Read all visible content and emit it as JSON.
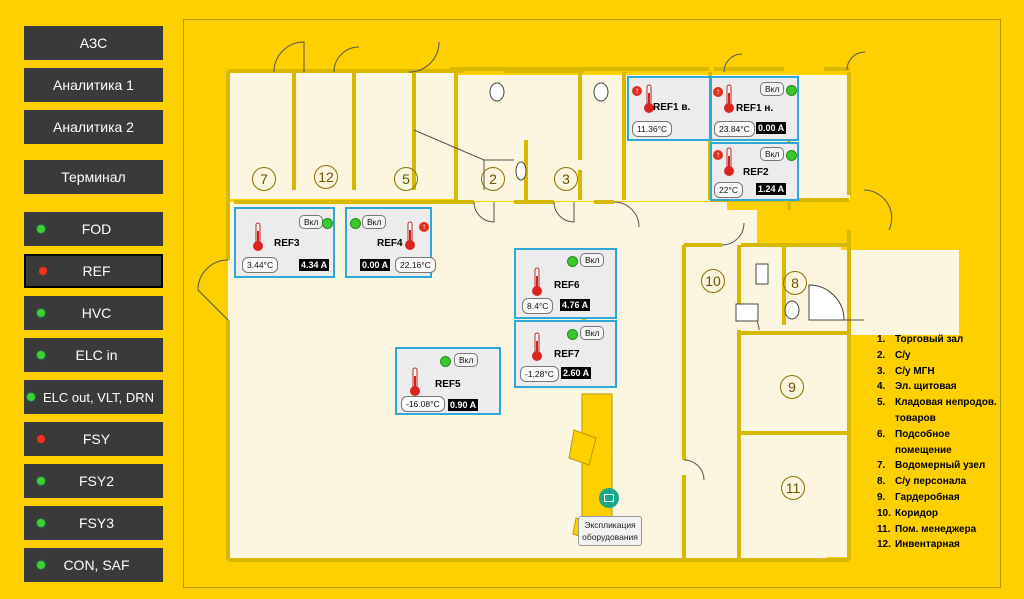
{
  "nav": {
    "top": [
      {
        "label": "АЗС"
      },
      {
        "label": "Аналитика 1"
      },
      {
        "label": "Аналитика 2"
      },
      {
        "label": "Терминал"
      }
    ],
    "systems": [
      {
        "label": "FOD",
        "status": "green"
      },
      {
        "label": "REF",
        "status": "red",
        "active": true
      },
      {
        "label": "HVC",
        "status": "green"
      },
      {
        "label": "ELC in",
        "status": "green"
      },
      {
        "label": "ELC out, VLT, DRN",
        "status": "green"
      },
      {
        "label": "FSY",
        "status": "red"
      },
      {
        "label": "FSY2",
        "status": "green"
      },
      {
        "label": "FSY3",
        "status": "green"
      },
      {
        "label": "CON, SAF",
        "status": "green"
      }
    ]
  },
  "rooms": [
    "7",
    "12",
    "5",
    "2",
    "3",
    "10",
    "8",
    "9",
    "11"
  ],
  "devices": [
    {
      "name": "REF1 в.",
      "temp": "11.36°C",
      "amp": "",
      "vkl": "",
      "alarm": true,
      "ok": false
    },
    {
      "name": "REF1 н.",
      "temp": "23.84°C",
      "amp": "0.00 A",
      "vkl": "Вкл",
      "alarm": true,
      "ok": true
    },
    {
      "name": "REF2",
      "temp": "22°C",
      "amp": "1.24 A",
      "vkl": "Вкл",
      "alarm": true,
      "ok": true
    },
    {
      "name": "REF3",
      "temp": "3.44°C",
      "amp": "4.34 A",
      "vkl": "Вкл",
      "alarm": false,
      "ok": true
    },
    {
      "name": "REF4",
      "temp": "22.16°C",
      "amp": "0.00 A",
      "vkl": "Вкл",
      "alarm": true,
      "ok": true
    },
    {
      "name": "REF6",
      "temp": "8.4°C",
      "amp": "4.76 A",
      "vkl": "Вкл",
      "alarm": false,
      "ok": true
    },
    {
      "name": "REF7",
      "temp": "-1.28°C",
      "amp": "2.60 A",
      "vkl": "Вкл",
      "alarm": false,
      "ok": true
    },
    {
      "name": "REF5",
      "temp": "-16.08°C",
      "amp": "0.90 A",
      "vkl": "Вкл",
      "alarm": false,
      "ok": true
    }
  ],
  "explication": {
    "label_line1": "Экспликация",
    "label_line2": "оборудования"
  },
  "legend": [
    {
      "num": "1.",
      "text": "Торговый зал"
    },
    {
      "num": "2.",
      "text": "С/у"
    },
    {
      "num": "3.",
      "text": "С/у МГН"
    },
    {
      "num": "4.",
      "text": "Эл. щитовая"
    },
    {
      "num": "5.",
      "text": "Кладовая непродов."
    },
    {
      "num": "",
      "text": "товаров"
    },
    {
      "num": "6.",
      "text": "Подсобное"
    },
    {
      "num": "",
      "text": "помещение"
    },
    {
      "num": "7.",
      "text": "Водомерный узел"
    },
    {
      "num": "8.",
      "text": "С/у персонала"
    },
    {
      "num": "9.",
      "text": "Гардеробная"
    },
    {
      "num": "10.",
      "text": "Коридор"
    },
    {
      "num": "11.",
      "text": "Пом. менеджера"
    },
    {
      "num": "12.",
      "text": "Инвентарная"
    }
  ],
  "colors": {
    "background": "#FFD000",
    "floor": "#FCF6E0",
    "card_border": "#2fa7d8",
    "ok": "#38c92a",
    "alarm": "#e0301e"
  }
}
